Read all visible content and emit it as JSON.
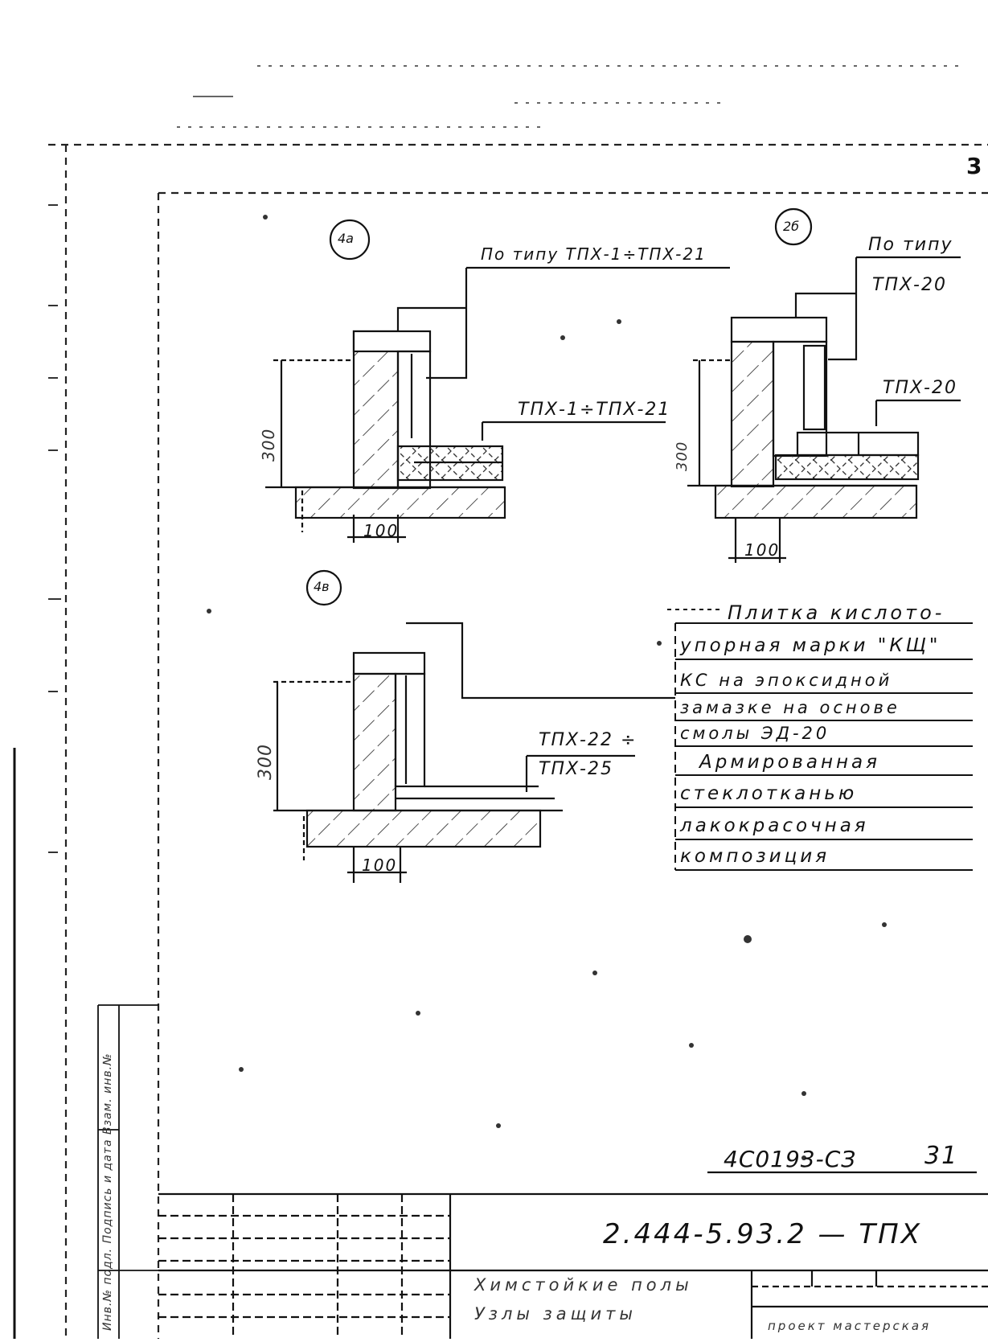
{
  "page_number": "3",
  "details": [
    {
      "marker": "4а",
      "callout_top": "По типу ТПХ-1÷ТПХ-21",
      "callout_bottom": "ТПХ-1÷ТПХ-21",
      "height_dim": "300",
      "width_dim": "100"
    },
    {
      "marker": "2б",
      "callout_top_line1": "По типу",
      "callout_top_line2": "ТПХ-20",
      "callout_bottom": "ТПХ-20",
      "height_dim": "300",
      "width_dim": "100"
    },
    {
      "marker": "4в",
      "callout_line1": "ТПХ-22 ÷",
      "callout_line2": "ТПХ-25",
      "height_dim": "300",
      "width_dim": "100"
    }
  ],
  "material_note": [
    "Плитка кислото-",
    "упорная марки \"КЩ\"",
    "КС на эпоксидной",
    "замазке на основе",
    "смолы ЭД-20",
    "Армированная",
    "стеклотканью",
    "лакокрасочная",
    "композиция"
  ],
  "title_block": {
    "inventory_code": "4С0193-СЗ",
    "sheet_code": "31",
    "designation": "2.444-5.93.2 — ТПХ",
    "name_line1": "Химстойкие полы",
    "name_line2": "Узлы защиты",
    "org_text": "проект мастерская"
  },
  "margin_stamp": "Инв.№ подл.  Подпись и дата  Взам. инв.№"
}
